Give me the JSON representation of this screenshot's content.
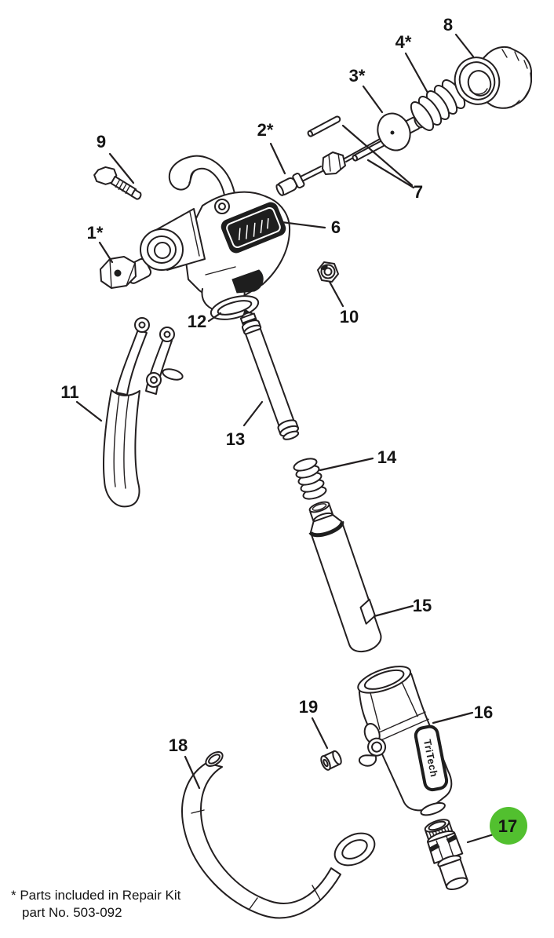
{
  "diagram": {
    "kind": "exploded-parts-diagram",
    "brand_logo_text": "TriTech",
    "footnote": {
      "line1": "* Parts included in Repair Kit",
      "line2": "part No. 503-092"
    },
    "highlight": {
      "part": "17",
      "color": "#52c02f"
    },
    "labels": {
      "l1": {
        "text": "1*"
      },
      "l2": {
        "text": "2*"
      },
      "l3": {
        "text": "3*"
      },
      "l4": {
        "text": "4*"
      },
      "l6": {
        "text": "6"
      },
      "l7": {
        "text": "7"
      },
      "l8": {
        "text": "8"
      },
      "l9": {
        "text": "9"
      },
      "l10": {
        "text": "10"
      },
      "l11": {
        "text": "11"
      },
      "l12": {
        "text": "12"
      },
      "l13": {
        "text": "13"
      },
      "l14": {
        "text": "14"
      },
      "l15": {
        "text": "15"
      },
      "l16": {
        "text": "16"
      },
      "l17": {
        "text": "17"
      },
      "l18": {
        "text": "18"
      },
      "l19": {
        "text": "19"
      }
    }
  }
}
